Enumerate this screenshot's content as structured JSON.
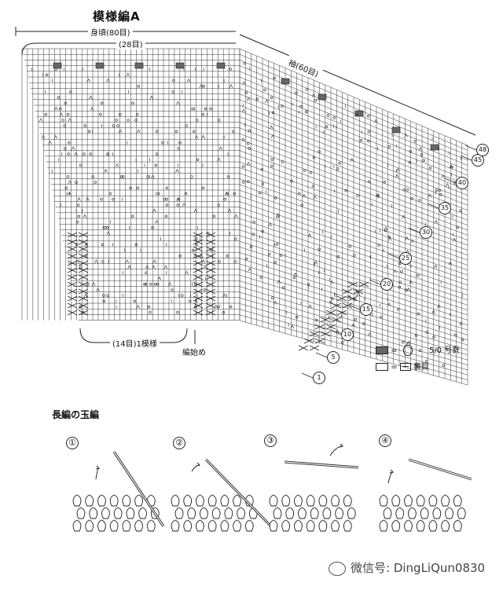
{
  "chart": {
    "title": "模様編A",
    "body_width_label": "身頃(80目)",
    "inner_width_label": "(28目)",
    "sleeve_label": "袖(60目)",
    "repeat_label": "(14目)1模様",
    "start_label": "編始め",
    "row_numbers": [
      "1",
      "5",
      "10",
      "15",
      "20",
      "25",
      "30",
      "35",
      "40",
      "45",
      "48"
    ]
  },
  "legend": {
    "needle_equals": "=",
    "needle_text": "5/0 号針",
    "purl_equals": "=",
    "purl_text": "裏目"
  },
  "tutorial": {
    "title": "長編の玉編",
    "steps": [
      "①",
      "②",
      "③",
      "④"
    ]
  },
  "watermark": {
    "text": "微信号: DingLiQun0830"
  }
}
